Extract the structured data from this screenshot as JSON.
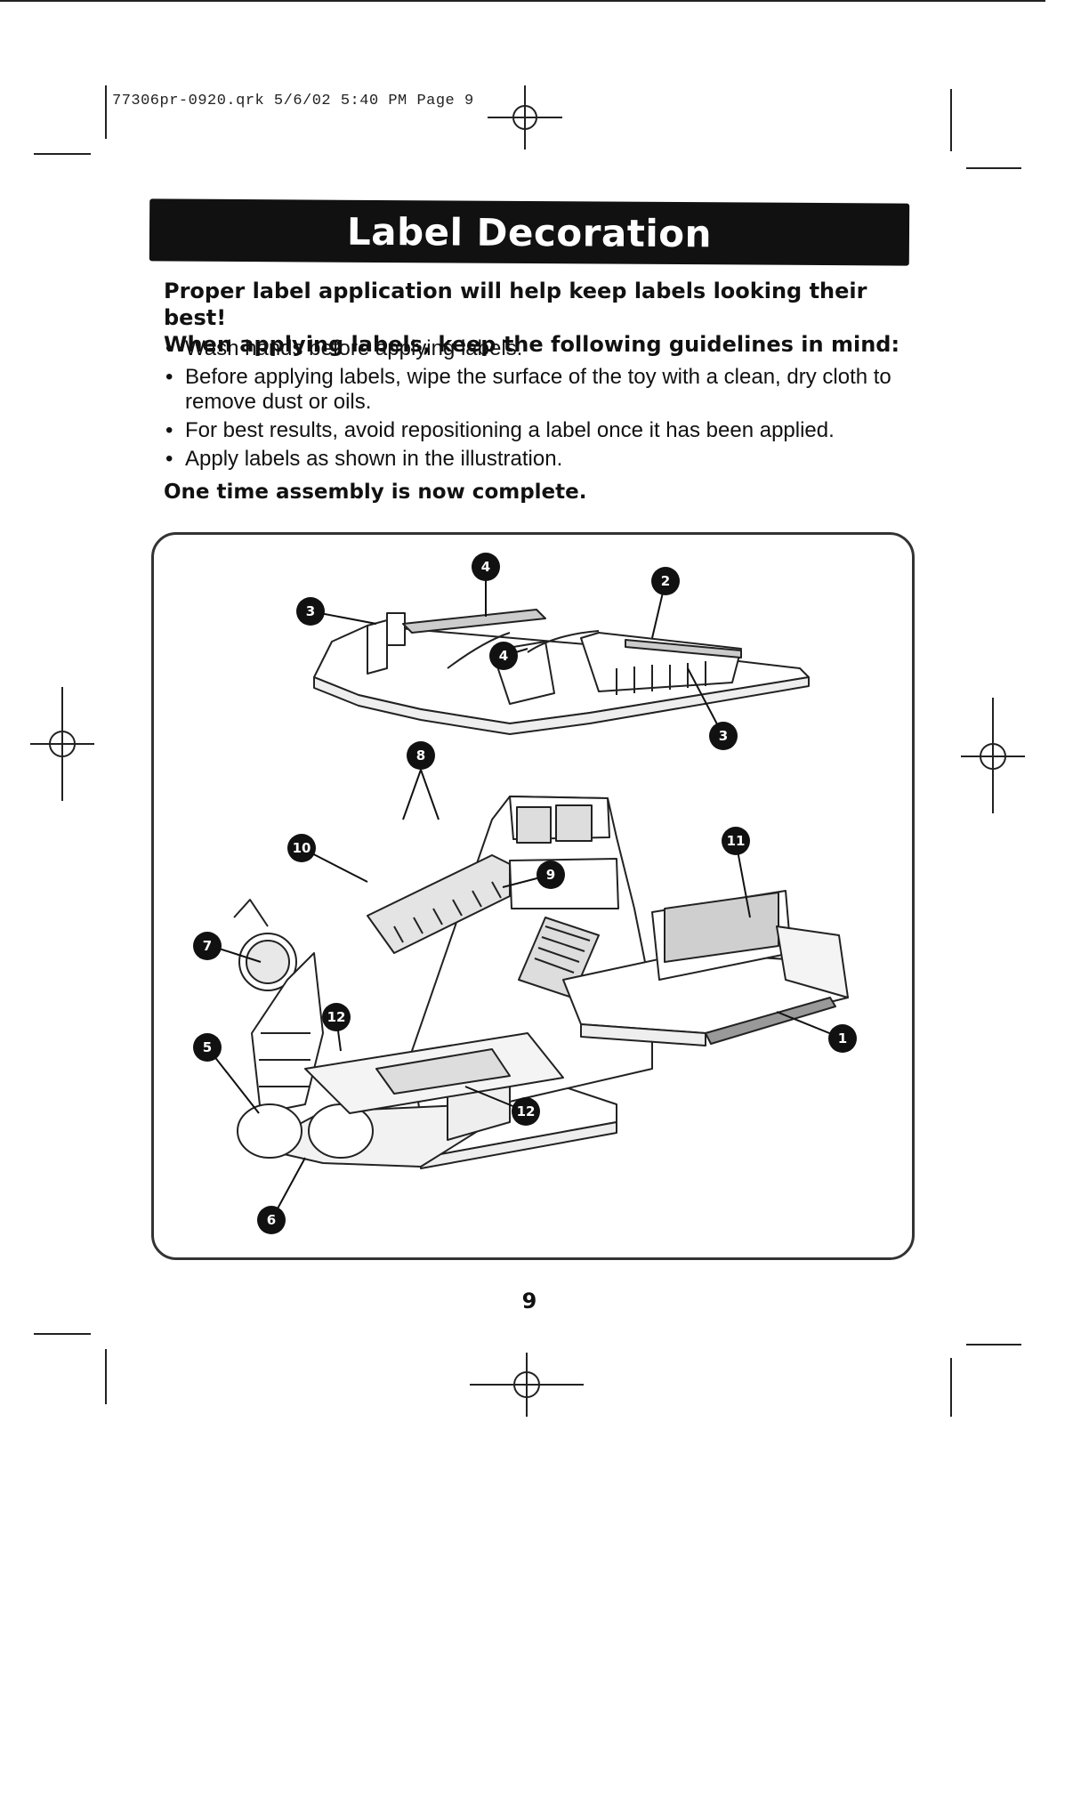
{
  "slug": "77306pr-0920.qrk  5/6/02  5:40 PM  Page 9",
  "title": "Label Decoration",
  "intro": [
    "Proper label application will help keep labels looking their best!",
    "When applying labels, keep the following guidelines in mind:"
  ],
  "guidelines": [
    "Wash hands before applying labels.",
    "Before applying labels, wipe the surface of the toy with a clean, dry cloth to remove dust or oils.",
    "For best results, avoid repositioning a label once it has been applied.",
    "Apply labels as shown in the illustration."
  ],
  "closing": "One time assembly is now complete.",
  "callouts": [
    "4",
    "2",
    "3",
    "4",
    "3",
    "8",
    "10",
    "9",
    "11",
    "7",
    "12",
    "5",
    "12",
    "1",
    "6"
  ],
  "page_number": "9"
}
